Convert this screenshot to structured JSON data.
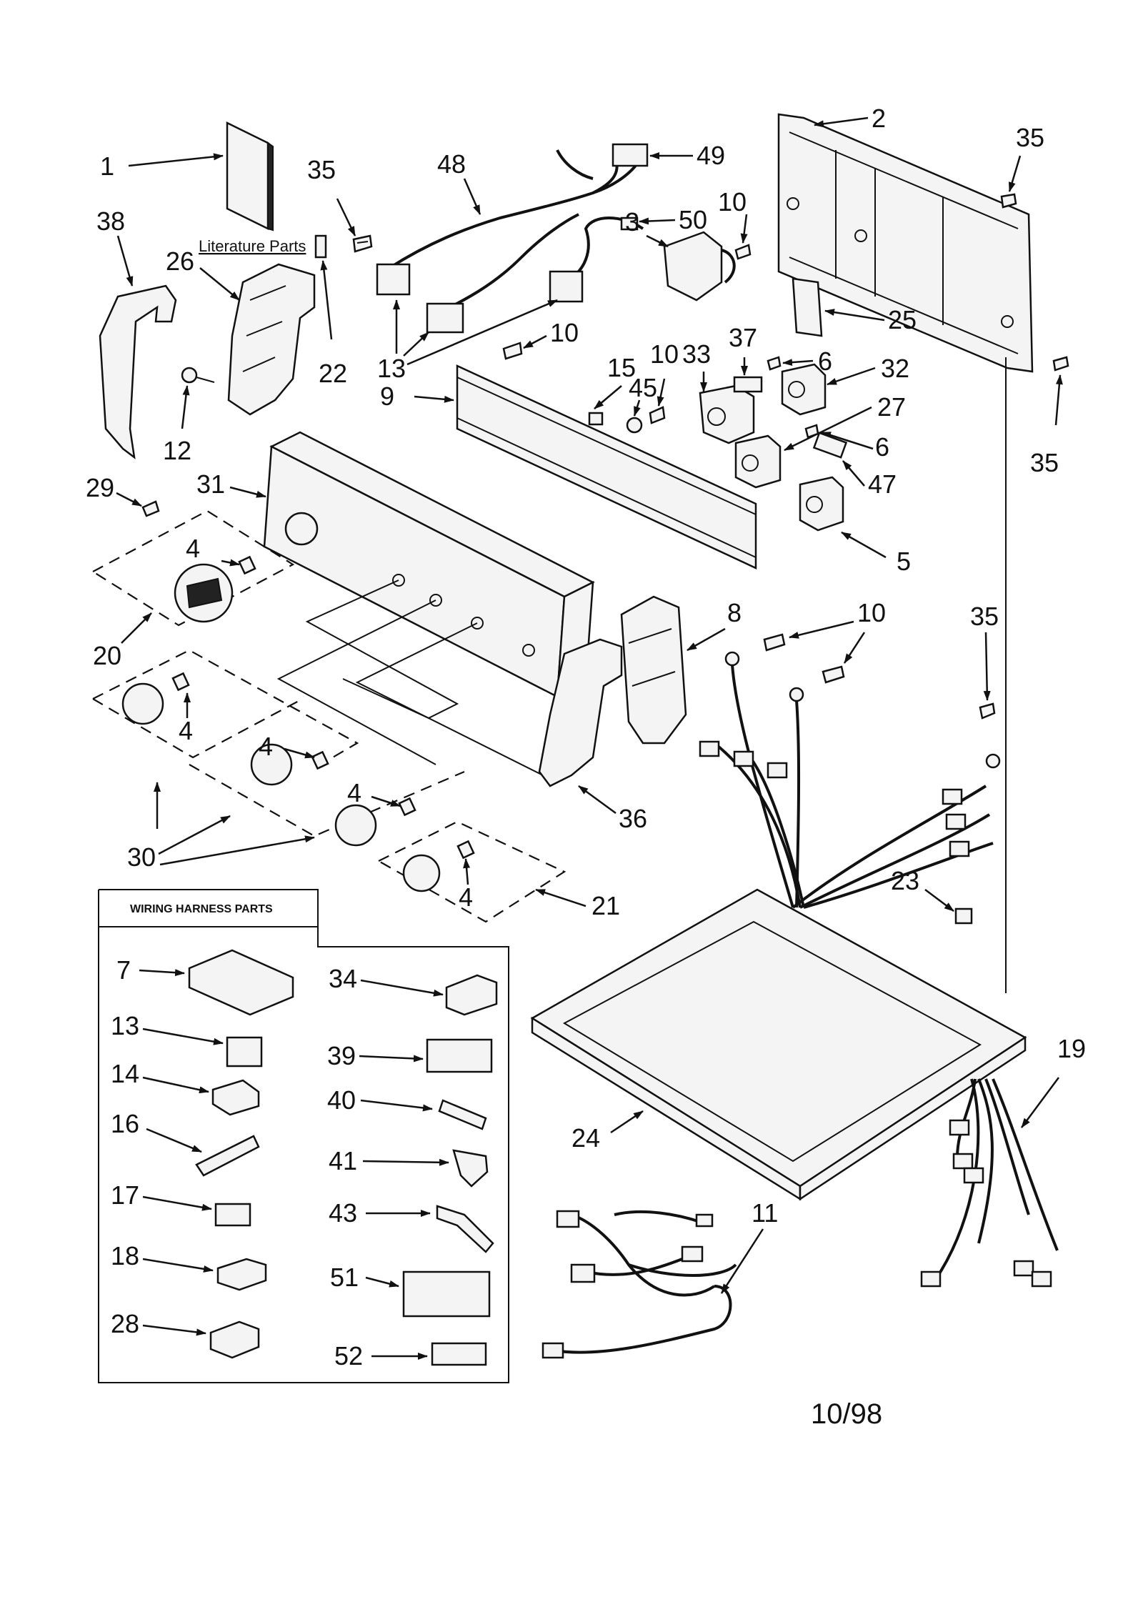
{
  "title_note": "Literature Parts",
  "date": "10/98",
  "harness_box_title": "WIRING HARNESS PARTS",
  "labels": {
    "l1": "1",
    "l2": "2",
    "l3": "3",
    "l4a": "4",
    "l4b": "4",
    "l4c": "4",
    "l4d": "4",
    "l4e": "4",
    "l5": "5",
    "l6a": "6",
    "l6b": "6",
    "l7": "7",
    "l8": "8",
    "l9": "9",
    "l10a": "10",
    "l10b": "10",
    "l10c": "10",
    "l10d": "10",
    "l11": "11",
    "l12": "12",
    "l13a": "13",
    "l13b": "13",
    "l14": "14",
    "l15": "15",
    "l16": "16",
    "l17": "17",
    "l18": "18",
    "l19": "19",
    "l20": "20",
    "l21": "21",
    "l22": "22",
    "l23": "23",
    "l24": "24",
    "l25": "25",
    "l26": "26",
    "l27": "27",
    "l28": "28",
    "l29": "29",
    "l30": "30",
    "l31": "31",
    "l32": "32",
    "l33": "33",
    "l34": "34",
    "l35a": "35",
    "l35b": "35",
    "l35c": "35",
    "l35d": "35",
    "l36": "36",
    "l37": "37",
    "l38": "38",
    "l39": "39",
    "l40": "40",
    "l41": "41",
    "l43": "43",
    "l45": "45",
    "l47": "47",
    "l48": "48",
    "l49": "49",
    "l50": "50",
    "l51": "51",
    "l52": "52"
  }
}
